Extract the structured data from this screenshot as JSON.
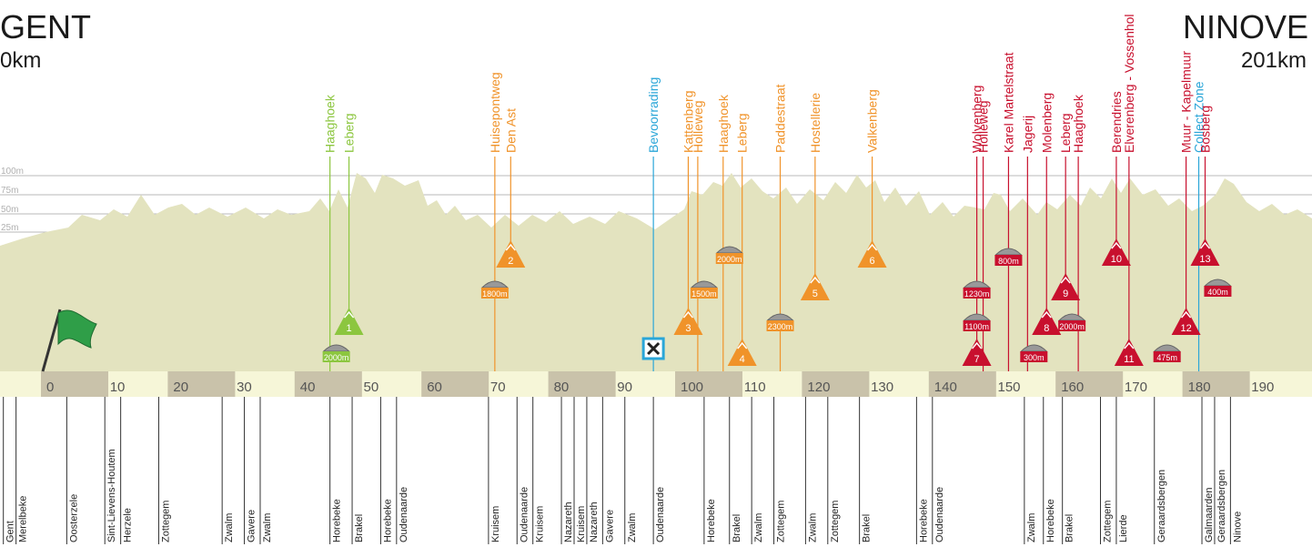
{
  "start": {
    "name": "GENT",
    "km": "0km"
  },
  "finish": {
    "name": "NINOVE",
    "km": "201km"
  },
  "colors": {
    "terrain": "#e3e3bf",
    "axis_band": "#f6f6d8",
    "axis_dark": "#c9c2aa",
    "green": "#8cc63f",
    "orange": "#f0932a",
    "red": "#c8102e",
    "blue": "#2aa6d8",
    "ink": "#333333"
  },
  "altitude_labels": [
    "100m",
    "75m",
    "50m",
    "25m"
  ],
  "km_ticks": [
    "0",
    "10",
    "20",
    "30",
    "40",
    "50",
    "60",
    "70",
    "80",
    "90",
    "100",
    "110",
    "120",
    "130",
    "140",
    "150",
    "160",
    "170",
    "180",
    "190"
  ],
  "climbs": [
    {
      "km": 48,
      "name": "Leberg",
      "num": "1",
      "color": "green"
    },
    {
      "km": 73.5,
      "name": "Den Ast",
      "num": "2",
      "color": "orange"
    },
    {
      "km": 101.5,
      "name": "Kattenberg",
      "num": "3",
      "color": "orange"
    },
    {
      "km": 110,
      "name": "Leberg",
      "num": "4",
      "color": "orange"
    },
    {
      "km": 121.5,
      "name": "Hostellerie",
      "num": "5",
      "color": "orange"
    },
    {
      "km": 130.5,
      "name": "Valkenberg",
      "num": "6",
      "color": "orange"
    },
    {
      "km": 147,
      "name": "Wolvenberg",
      "num": "7",
      "color": "red"
    },
    {
      "km": 158,
      "name": "Molenberg",
      "num": "8",
      "color": "red"
    },
    {
      "km": 161,
      "name": "Leberg",
      "num": "9",
      "color": "red"
    },
    {
      "km": 169,
      "name": "Berendries",
      "num": "10",
      "color": "red"
    },
    {
      "km": 171,
      "name": "Elverenberg - Vossenhol",
      "num": "11",
      "color": "red"
    },
    {
      "km": 180,
      "name": "Muur - Kapelmuur",
      "num": "12",
      "color": "red"
    },
    {
      "km": 183,
      "name": "Bosberg",
      "num": "13",
      "color": "red"
    }
  ],
  "cobbles": [
    {
      "km": 46,
      "label": "2000m",
      "color": "green"
    },
    {
      "km": 71,
      "label": "1800m",
      "color": "orange"
    },
    {
      "km": 104,
      "label": "1500m",
      "color": "orange"
    },
    {
      "km": 108,
      "label": "2000m",
      "color": "orange"
    },
    {
      "km": 116,
      "label": "2300m",
      "color": "orange"
    },
    {
      "km": 147,
      "label": "1230m",
      "color": "red"
    },
    {
      "km": 147,
      "label": "1100m",
      "color": "red"
    },
    {
      "km": 152,
      "label": "800m",
      "color": "red"
    },
    {
      "km": 156,
      "label": "300m",
      "color": "red"
    },
    {
      "km": 162,
      "label": "2000m",
      "color": "red"
    },
    {
      "km": 177,
      "label": "475m",
      "color": "red"
    },
    {
      "km": 185,
      "label": "400m",
      "color": "red"
    }
  ],
  "sectors_extra": [
    {
      "km": 45,
      "name": "Haaghoek",
      "color": "green"
    },
    {
      "km": 71,
      "name": "Huisepontweg",
      "color": "orange"
    },
    {
      "km": 103,
      "name": "Holleweg",
      "color": "orange"
    },
    {
      "km": 107,
      "name": "Haaghoek",
      "color": "orange"
    },
    {
      "km": 116,
      "name": "Paddestraat",
      "color": "orange"
    },
    {
      "km": 148,
      "name": "Holleweg",
      "color": "red"
    },
    {
      "km": 152,
      "name": "Karel Martelstraat",
      "color": "red"
    },
    {
      "km": 155,
      "name": "Jagerij",
      "color": "red"
    },
    {
      "km": 163,
      "name": "Haaghoek",
      "color": "red"
    }
  ],
  "feed": {
    "km": 96,
    "name": "Bevoorrading",
    "color": "blue"
  },
  "collect": {
    "km": 182,
    "name": "Collect Zone",
    "color": "blue"
  },
  "towns": [
    {
      "km": -6.5,
      "name": "Gent"
    },
    {
      "km": -4.5,
      "name": "Merelbeke"
    },
    {
      "km": 3.5,
      "name": "Oosterzele"
    },
    {
      "km": 9.5,
      "name": "Sint-Lievens-Houtem"
    },
    {
      "km": 12,
      "name": "Herzele"
    },
    {
      "km": 18,
      "name": "Zottegem"
    },
    {
      "km": 28,
      "name": "Zwalm"
    },
    {
      "km": 31.5,
      "name": "Gavere"
    },
    {
      "km": 34,
      "name": "Zwalm"
    },
    {
      "km": 45,
      "name": "Horebeke"
    },
    {
      "km": 48.5,
      "name": "Brakel"
    },
    {
      "km": 53,
      "name": "Horebeke"
    },
    {
      "km": 55.5,
      "name": "Oudenaarde"
    },
    {
      "km": 70,
      "name": "Kruisem"
    },
    {
      "km": 74.5,
      "name": "Oudenaarde"
    },
    {
      "km": 77,
      "name": "Kruisem"
    },
    {
      "km": 81.5,
      "name": "Nazareth"
    },
    {
      "km": 83.5,
      "name": "Kruisem"
    },
    {
      "km": 85.5,
      "name": "Nazareth"
    },
    {
      "km": 88,
      "name": "Gavere"
    },
    {
      "km": 91.5,
      "name": "Zwalm"
    },
    {
      "km": 96,
      "name": "Oudenaarde"
    },
    {
      "km": 104,
      "name": "Horebeke"
    },
    {
      "km": 108,
      "name": "Brakel"
    },
    {
      "km": 111.5,
      "name": "Zwalm"
    },
    {
      "km": 115,
      "name": "Zottegem"
    },
    {
      "km": 120,
      "name": "Zwalm"
    },
    {
      "km": 123.5,
      "name": "Zottegem"
    },
    {
      "km": 128.5,
      "name": "Brakel"
    },
    {
      "km": 137.5,
      "name": "Horebeke"
    },
    {
      "km": 140,
      "name": "Oudenaarde"
    },
    {
      "km": 154.5,
      "name": "Zwalm"
    },
    {
      "km": 157.5,
      "name": "Horebeke"
    },
    {
      "km": 160.5,
      "name": "Brakel"
    },
    {
      "km": 166.5,
      "name": "Zottegem"
    },
    {
      "km": 169,
      "name": "Lierde"
    },
    {
      "km": 175,
      "name": "Geraardsbergen"
    },
    {
      "km": 182.5,
      "name": "Galmaarden"
    },
    {
      "km": 184.5,
      "name": "Geraardsbergen"
    },
    {
      "km": 187,
      "name": "Ninove"
    }
  ]
}
